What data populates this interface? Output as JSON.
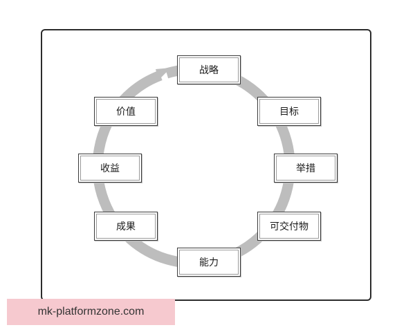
{
  "diagram": {
    "nodes": [
      {
        "id": "strategy",
        "label": "战略"
      },
      {
        "id": "goal",
        "label": "目标"
      },
      {
        "id": "initiatives",
        "label": "举措"
      },
      {
        "id": "deliverables",
        "label": "可交付物"
      },
      {
        "id": "capability",
        "label": "能力"
      },
      {
        "id": "outcomes",
        "label": "成果"
      },
      {
        "id": "benefits",
        "label": "收益"
      },
      {
        "id": "value",
        "label": "价值"
      }
    ],
    "cycle_color": "#bdbdbd"
  },
  "watermark": {
    "text": "mk-platformzone.com"
  }
}
